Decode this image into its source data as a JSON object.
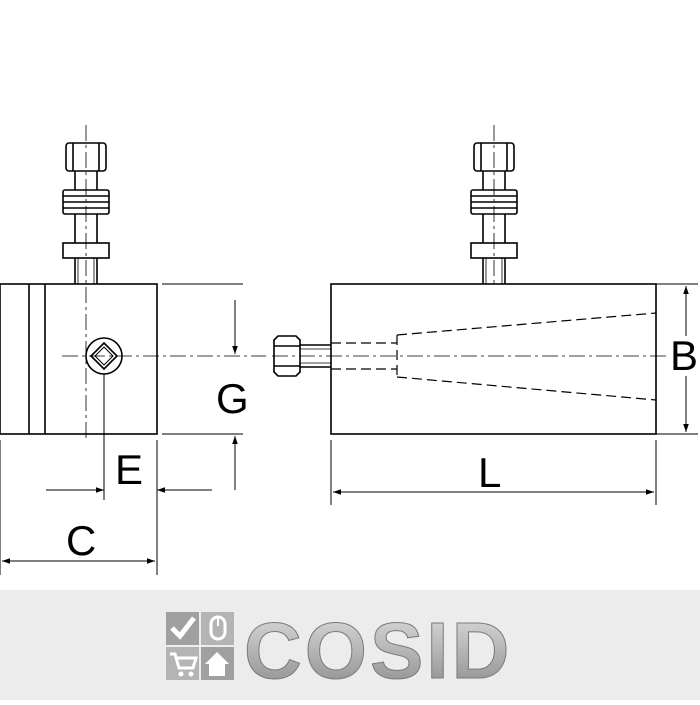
{
  "drawing": {
    "labels": {
      "b": "B",
      "c": "C",
      "e": "E",
      "g": "G",
      "l": "L"
    }
  },
  "brand": {
    "name": "COSID",
    "logo_icon": "shopping-logo-icon",
    "colors": {
      "text_light": "#d4d4d4",
      "text_dark": "#8a8a8a",
      "footer_bg": "#ececec"
    }
  }
}
